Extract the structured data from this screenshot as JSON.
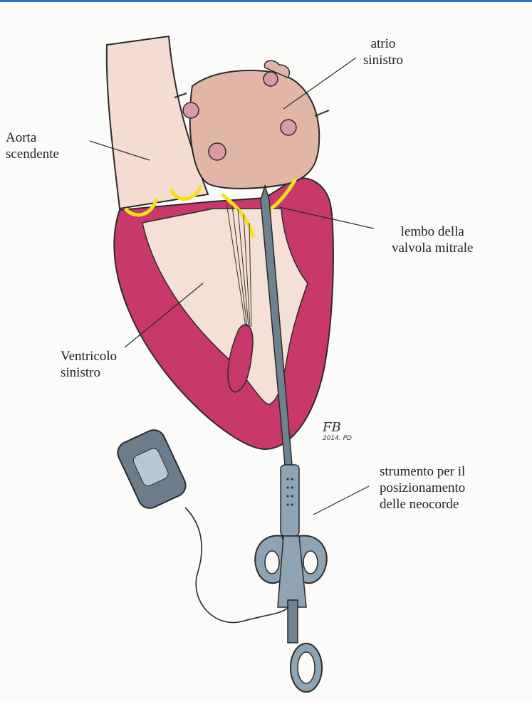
{
  "labels": {
    "atrium": "atrio\nsinistro",
    "aorta": "Aorta\nscendente",
    "leaflet": "lembo della\nvalvola mitrale",
    "ventricle": "Ventricolo\nsinistro",
    "instrument": "strumento per il\nposizionamento\ndelle neocorde"
  },
  "signature": {
    "initials": "FB",
    "year_note": "2014. PD"
  },
  "colors": {
    "frame_accent": "#2a72c9",
    "myocardium": "#c9386b",
    "cavity": "#f2d8c8",
    "atrium_fill": "#e2b6a6",
    "valve_leaflet": "#f2e21a",
    "instrument_steel": "#6f8290"
  }
}
